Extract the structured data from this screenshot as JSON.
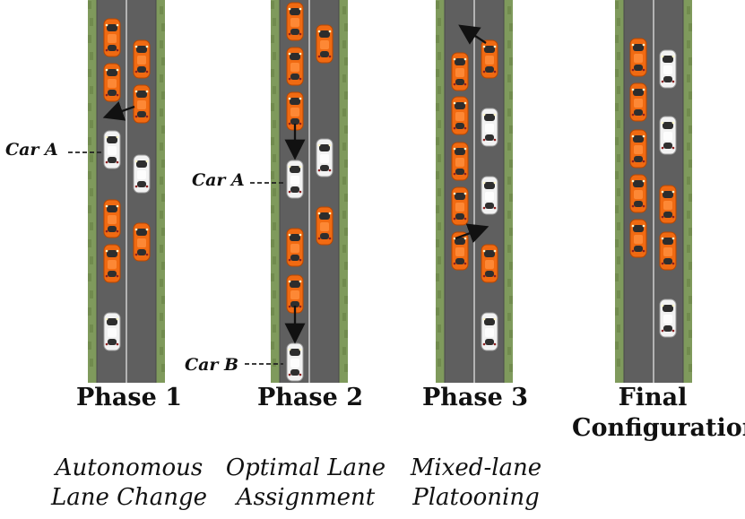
{
  "colors": {
    "grass": "#7f9a5c",
    "grass_dark": "#62793f",
    "road": "#5f5f5f",
    "lane_line": "#d7d7d7",
    "car_orange": "#f06a12",
    "car_white": "#f2f2f2",
    "arrow": "#111111"
  },
  "phases": [
    {
      "title": [
        "Phase 1"
      ],
      "desc": [
        "Autonomous",
        "Lane Change"
      ],
      "cars": [
        {
          "lane": "left",
          "color": "orange"
        },
        {
          "lane": "right",
          "color": "orange"
        },
        {
          "lane": "left",
          "color": "orange"
        },
        {
          "lane": "right",
          "color": "orange"
        },
        {
          "lane": "left",
          "color": "white",
          "label": "Car A"
        },
        {
          "lane": "right",
          "color": "white"
        },
        {
          "lane": "left",
          "color": "orange"
        },
        {
          "lane": "right",
          "color": "orange"
        },
        {
          "lane": "left",
          "color": "orange"
        },
        {
          "lane": "left",
          "color": "white"
        }
      ],
      "arrows": [
        {
          "from": "right-lane car",
          "to": "left lane",
          "meaning": "lane change"
        }
      ]
    },
    {
      "title": [
        "Phase 2"
      ],
      "desc": [
        "Optimal Lane",
        "Assignment"
      ],
      "cars": [
        {
          "lane": "left",
          "color": "orange"
        },
        {
          "lane": "right",
          "color": "orange"
        },
        {
          "lane": "left",
          "color": "orange"
        },
        {
          "lane": "left",
          "color": "orange"
        },
        {
          "lane": "right",
          "color": "white"
        },
        {
          "lane": "left",
          "color": "white",
          "label": "Car A"
        },
        {
          "lane": "right",
          "color": "orange"
        },
        {
          "lane": "left",
          "color": "orange"
        },
        {
          "lane": "left",
          "color": "orange"
        },
        {
          "lane": "left",
          "color": "white",
          "label": "Car B"
        }
      ],
      "arrows": [
        {
          "from": "orange car",
          "to": "Car A",
          "meaning": "downward"
        },
        {
          "from": "orange car",
          "to": "Car B",
          "meaning": "downward"
        }
      ]
    },
    {
      "title": [
        "Phase 3"
      ],
      "desc": [
        "Mixed-lane",
        "Platooning"
      ],
      "cars": [
        {
          "lane": "right",
          "color": "orange"
        },
        {
          "lane": "left",
          "color": "orange"
        },
        {
          "lane": "left",
          "color": "orange"
        },
        {
          "lane": "right",
          "color": "white"
        },
        {
          "lane": "left",
          "color": "orange"
        },
        {
          "lane": "right",
          "color": "white"
        },
        {
          "lane": "left",
          "color": "orange"
        },
        {
          "lane": "left",
          "color": "orange"
        },
        {
          "lane": "right",
          "color": "orange"
        },
        {
          "lane": "right",
          "color": "white"
        }
      ],
      "arrows": [
        {
          "from": "right-lane car",
          "to": "upper left",
          "meaning": "lane change"
        },
        {
          "from": "left-lane car",
          "to": "right lane",
          "meaning": "lane change"
        }
      ]
    },
    {
      "title": [
        "Final",
        "Configuration"
      ],
      "desc": [],
      "cars": [
        {
          "lane": "left",
          "color": "orange"
        },
        {
          "lane": "right",
          "color": "white"
        },
        {
          "lane": "left",
          "color": "orange"
        },
        {
          "lane": "right",
          "color": "white"
        },
        {
          "lane": "left",
          "color": "orange"
        },
        {
          "lane": "left",
          "color": "orange"
        },
        {
          "lane": "right",
          "color": "orange"
        },
        {
          "lane": "left",
          "color": "orange"
        },
        {
          "lane": "right",
          "color": "orange"
        },
        {
          "lane": "right",
          "color": "white"
        }
      ],
      "arrows": []
    }
  ]
}
